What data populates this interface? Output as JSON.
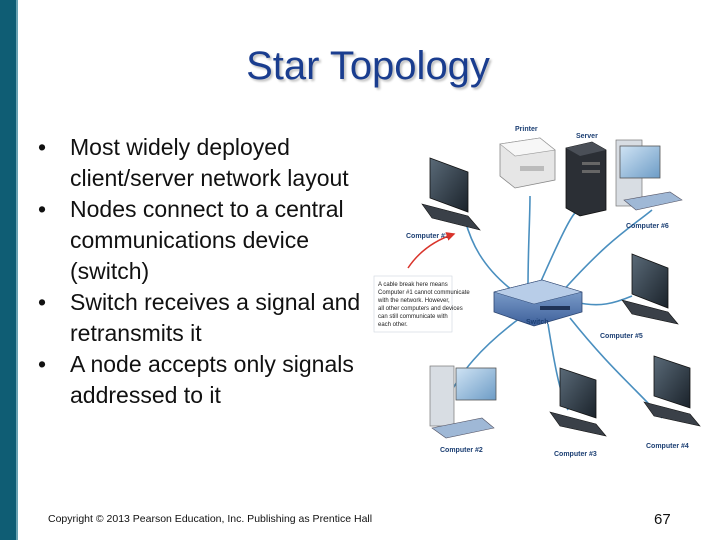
{
  "slide": {
    "title": "Star Topology",
    "bullets": [
      "Most widely deployed client/server network layout",
      "Nodes connect to a central communications device (switch)",
      "Switch receives a signal and retransmits it",
      "A node accepts only signals addressed to it"
    ],
    "bullet_glyph": "•",
    "footer": "Copyright © 2013 Pearson Education, Inc. Publishing as Prentice Hall",
    "page_number": "67"
  },
  "diagram": {
    "labels": {
      "printer": "Printer",
      "server": "Server",
      "switch": "Switch",
      "computer1": "Computer #1",
      "computer2": "Computer #2",
      "computer3": "Computer #3",
      "computer4": "Computer #4",
      "computer5": "Computer #5",
      "computer6": "Computer #6"
    },
    "note_lines": [
      "A cable break here means",
      "Computer #1 cannot communicate",
      "with the network. However,",
      "all other computers and devices",
      "can still communicate with",
      "each other."
    ]
  },
  "colors": {
    "accent_bar": "#0f5d74",
    "title": "#1a3d8f",
    "cable": "#4a8fbf",
    "break_arrow": "#d9342b"
  }
}
